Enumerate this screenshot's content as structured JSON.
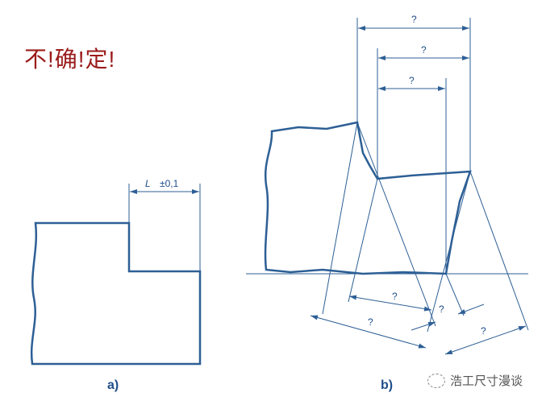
{
  "title": "不!确!定!",
  "figure_a": {
    "label": "a)",
    "dimension_symbol": "L",
    "tolerance": "±0,1"
  },
  "figure_b": {
    "label": "b)",
    "unknown_marker": "?"
  },
  "watermark": {
    "text": "浩工尺寸漫谈"
  },
  "colors": {
    "line": "#2d5f95",
    "title": "#9b1b1b"
  }
}
